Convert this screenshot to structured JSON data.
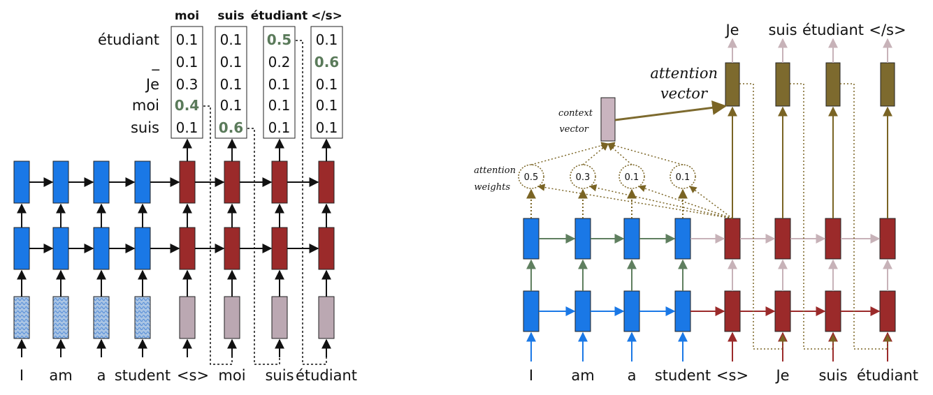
{
  "colors": {
    "encoder": "#1a78e6",
    "decoder": "#9b2a2a",
    "embedding": "#bba8b2",
    "attention_vec": "#7d6a2e",
    "context": "#c9b4bf",
    "arrow_dark": "#111111",
    "arrow_green": "#5f7f5f",
    "arrow_blue": "#1a78e6",
    "arrow_red": "#9b2a2a",
    "arrow_pink": "#c7b2b8",
    "arrow_olive": "#7a6424",
    "prob_highlight": "#5a7a5a"
  },
  "left": {
    "inputs": [
      "I",
      "am",
      "a",
      "student",
      "<s>",
      "moi",
      "suis",
      "étudiant"
    ],
    "output_headers": [
      "moi",
      "suis",
      "étudiant",
      "</s>"
    ],
    "vocab": [
      "étudiant",
      "_",
      "Je",
      "moi",
      "suis"
    ],
    "probabilities": [
      [
        "0.1",
        "0.1",
        "0.3",
        "0.4",
        "0.1"
      ],
      [
        "0.1",
        "0.1",
        "0.1",
        "0.1",
        "0.6"
      ],
      [
        "0.5",
        "0.2",
        "0.1",
        "0.1",
        "0.1"
      ],
      [
        "0.1",
        "0.6",
        "0.1",
        "0.1",
        "0.1"
      ]
    ],
    "highlight_index": [
      3,
      4,
      0,
      1
    ]
  },
  "right": {
    "inputs": [
      "I",
      "am",
      "a",
      "student",
      "<s>",
      "Je",
      "suis",
      "étudiant"
    ],
    "outputs": [
      "Je",
      "suis",
      "étudiant",
      "</s>"
    ],
    "attention_weights": [
      "0.5",
      "0.3",
      "0.1",
      "0.1"
    ],
    "label_attention_weights": [
      "attention",
      "weights"
    ],
    "label_context_vector": [
      "context",
      "vector"
    ],
    "label_attention_vector": [
      "attention",
      "vector"
    ]
  }
}
